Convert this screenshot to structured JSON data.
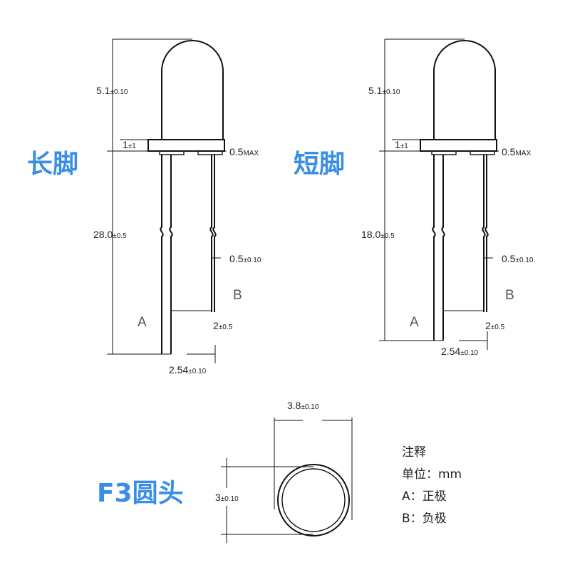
{
  "colors": {
    "accent": "#3a8ee6",
    "ink": "#111111"
  },
  "long_leg": {
    "title": "长脚",
    "dim_top": {
      "v": "5.1",
      "t": "±0.10"
    },
    "dim_flange": {
      "v": "1",
      "t": "±1"
    },
    "dim_collar": {
      "v": "0.5",
      "t": "MAX"
    },
    "dim_length": {
      "v": "28.0",
      "t": "±0.5"
    },
    "dim_lead": {
      "v": "0.5",
      "t": "±0.10"
    },
    "dim_offset": {
      "v": "2",
      "t": "±0.5"
    },
    "dim_pitch": {
      "v": "2.54",
      "t": "±0.10"
    },
    "pin_a": "A",
    "pin_b": "B"
  },
  "short_leg": {
    "title": "短脚",
    "dim_top": {
      "v": "5.1",
      "t": "±0.10"
    },
    "dim_flange": {
      "v": "1",
      "t": "±1"
    },
    "dim_collar": {
      "v": "0.5",
      "t": "MAX"
    },
    "dim_length": {
      "v": "18.0",
      "t": "±0.5"
    },
    "dim_lead": {
      "v": "0.5",
      "t": "±0.10"
    },
    "dim_offset": {
      "v": "2",
      "t": "±0.5"
    },
    "dim_pitch": {
      "v": "2.54",
      "t": "±0.10"
    },
    "pin_a": "A",
    "pin_b": "B"
  },
  "head": {
    "title": "F3圆头",
    "dim_diameter": {
      "v": "3.8",
      "t": "±0.10"
    },
    "dim_height": {
      "v": "3",
      "t": "±0.10"
    }
  },
  "notes": {
    "heading": "注释",
    "unit": "单位：mm",
    "a": "A：正极",
    "b": "B：负极"
  }
}
